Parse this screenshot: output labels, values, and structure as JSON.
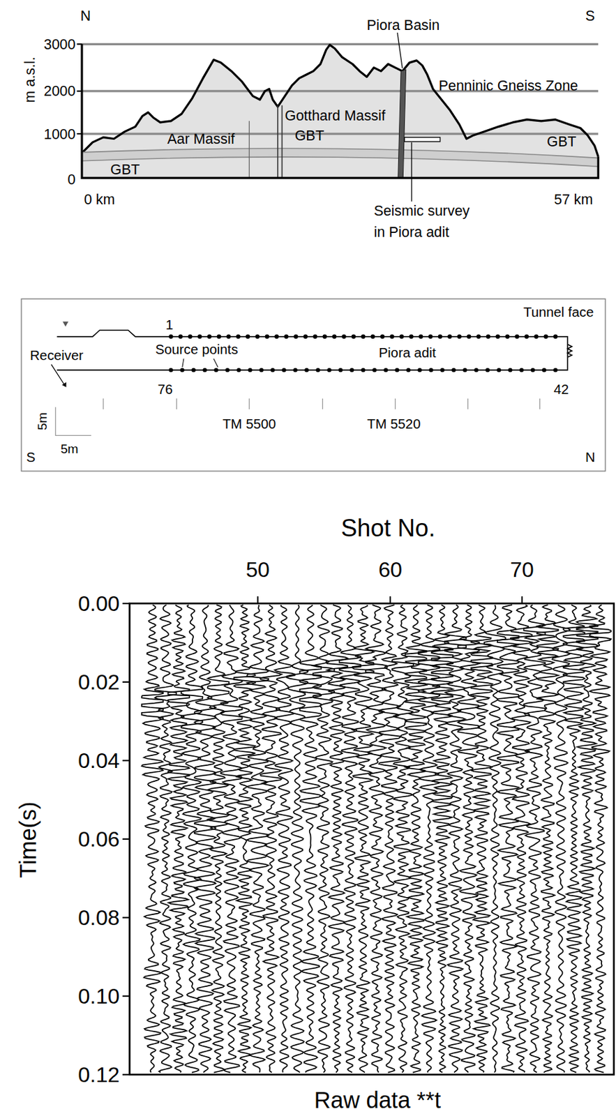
{
  "diagram": {
    "nodes": [
      {
        "text": [
          "Piora adit"
        ]
      }
    ],
    "labels": [
      "N",
      "S",
      "3000",
      "2000",
      "1000",
      "0",
      "m a.s.l.",
      "Piora Basin",
      "Penninic Gneiss Zone",
      "Gotthard Massif",
      "Aar Massif",
      "GBT",
      "GBT",
      "GBT",
      "0 km",
      "57 km",
      "Seismic survey in Piora adit",
      "Tunnel face",
      "Receiver",
      "1",
      "Source points",
      "76",
      "42",
      "5m",
      "5m",
      "TM 5500",
      "TM 5520",
      "S",
      "N",
      "Shot No.",
      "50",
      "60",
      "70",
      "0.00",
      "0.02",
      "0.04",
      "0.06",
      "0.08",
      "0.10",
      "0.12",
      "Time(s)",
      "Raw data **t"
    ]
  }
}
